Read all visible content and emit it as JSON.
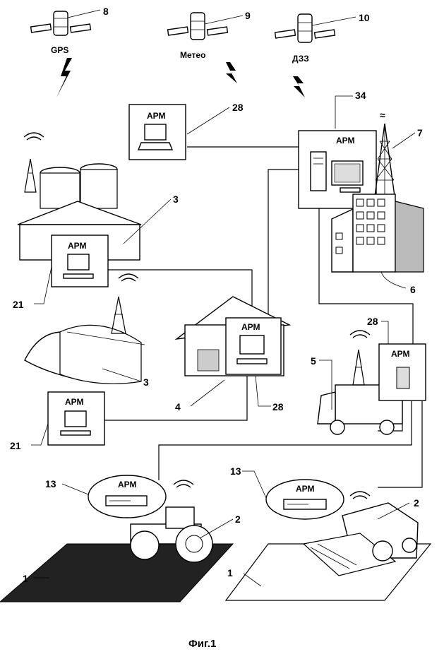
{
  "satellites": {
    "gps": {
      "label": "GPS",
      "num": "8"
    },
    "meteo": {
      "label": "Метео",
      "num": "9"
    },
    "dzz": {
      "label": "ДЗЗ",
      "num": "10"
    }
  },
  "workstations": {
    "arm_top_center": {
      "label": "АРМ",
      "num": "28"
    },
    "arm_main": {
      "label": "АРМ",
      "num": "34"
    },
    "arm_warehouse": {
      "label": "АРМ",
      "num": "21"
    },
    "arm_office": {
      "label": "АРМ",
      "num": "28"
    },
    "arm_truck": {
      "label": "АРМ",
      "num": "28"
    },
    "arm_left_bottom": {
      "label": "АРМ",
      "num": "21"
    },
    "arm_tractor": {
      "label": "АРМ",
      "num": "13"
    },
    "arm_combine": {
      "label": "АРМ",
      "num": "13"
    }
  },
  "objects": {
    "tower": {
      "num": "7"
    },
    "building": {
      "num": "6"
    },
    "warehouse": {
      "num": "3"
    },
    "hangar": {
      "num": "3"
    },
    "office_house": {
      "num": "4"
    },
    "truck": {
      "num": "5"
    },
    "tractor": {
      "num": "2"
    },
    "combine": {
      "num": "2"
    },
    "field_left": {
      "num": "1"
    },
    "field_right": {
      "num": "1"
    }
  },
  "caption": "Фиг.1"
}
